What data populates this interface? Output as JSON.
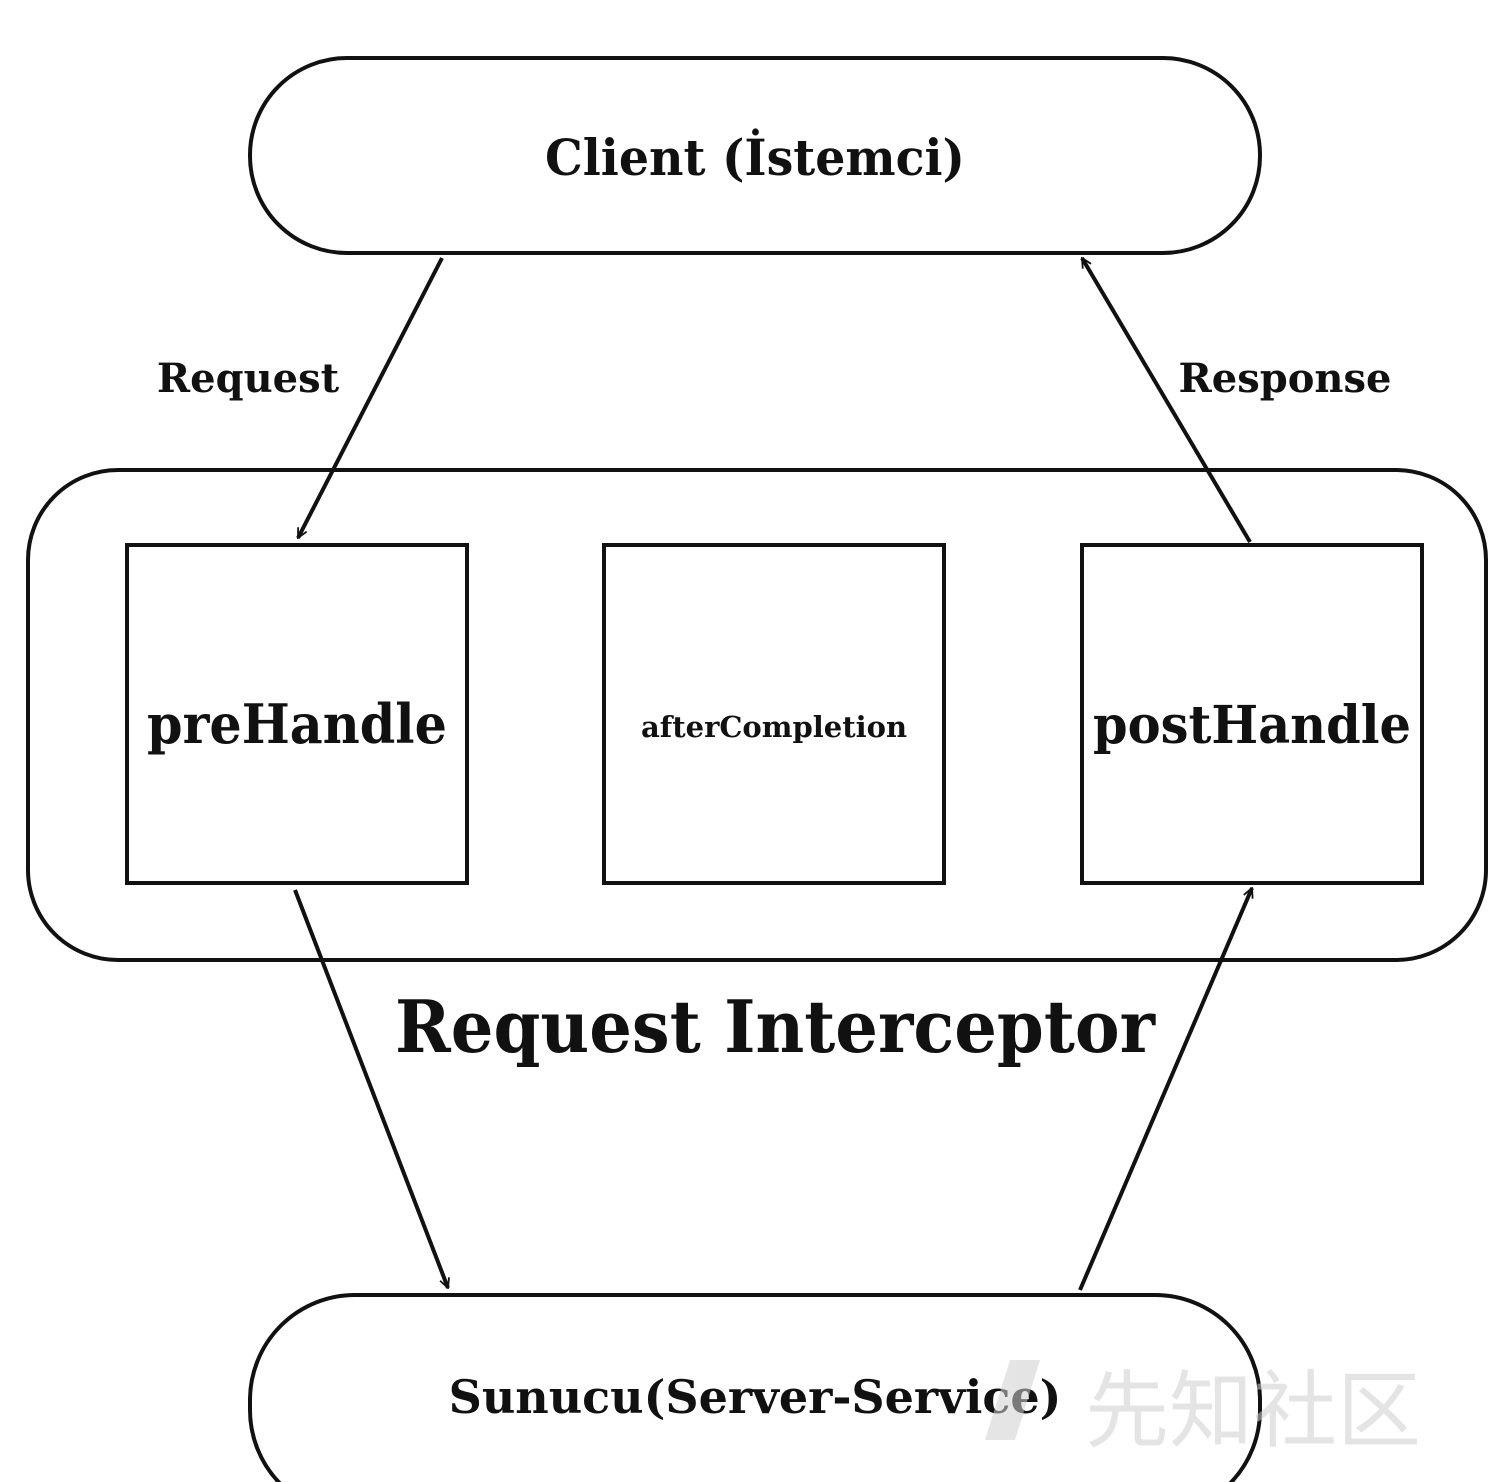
{
  "diagram": {
    "client_label": "Client (İstemci)",
    "server_label": "Sunucu(Server-Service)",
    "interceptor_label": "Request Interceptor",
    "request_label": "Request",
    "response_label": "Response",
    "handlers": {
      "pre": "preHandle",
      "after": "afterCompletion",
      "post": "postHandle"
    },
    "stroke_color": "#111111",
    "background_color": "#ffffff"
  },
  "watermark": {
    "text": "先知社区"
  }
}
